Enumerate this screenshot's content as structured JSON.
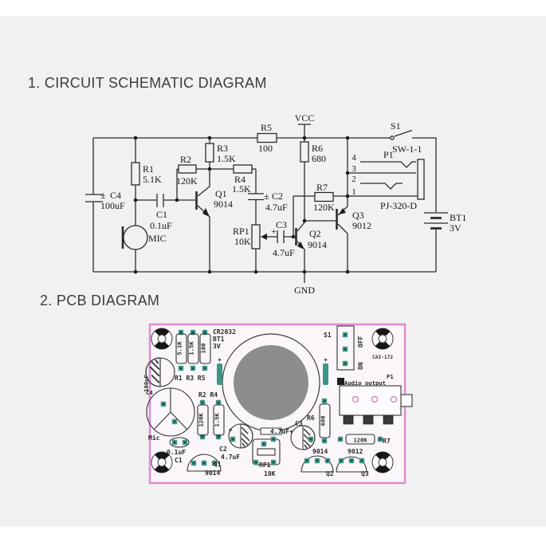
{
  "sections": {
    "schematic_title": "1. CIRCUIT SCHEMATIC DIAGRAM",
    "pcb_title": "2. PCB DIAGRAM"
  },
  "schematic": {
    "power": {
      "vcc": "VCC",
      "gnd": "GND"
    },
    "components": {
      "r1": {
        "name": "R1",
        "value": "5.1K"
      },
      "r2": {
        "name": "R2",
        "value": "120K"
      },
      "r3": {
        "name": "R3",
        "value": "1.5K"
      },
      "r4": {
        "name": "R4",
        "value": "1.5K"
      },
      "r5": {
        "name": "R5",
        "value": "100"
      },
      "r6": {
        "name": "R6",
        "value": "680"
      },
      "r7": {
        "name": "R7",
        "value": "120K"
      },
      "c1": {
        "name": "C1",
        "value": "0.1uF"
      },
      "c2": {
        "name": "C2",
        "value": "4.7uF",
        "polarity": "±"
      },
      "c3": {
        "name": "C3",
        "value": "4.7uF",
        "polarity": "+"
      },
      "c4": {
        "name": "C4",
        "value": "100uF",
        "polarity": "±"
      },
      "q1": {
        "name": "Q1",
        "value": "9014"
      },
      "q2": {
        "name": "Q2",
        "value": "9014"
      },
      "q3": {
        "name": "Q3",
        "value": "9012"
      },
      "rp1": {
        "name": "RP1",
        "value": "10K"
      },
      "mic": {
        "name": "MIC"
      },
      "s1": {
        "name": "S1",
        "value": "SW-1-1"
      },
      "p1": {
        "name": "P1",
        "value": "PJ-320-D",
        "pins": [
          "4",
          "3",
          "2",
          "1"
        ]
      },
      "bt1": {
        "name": "BT1",
        "value": "3V"
      }
    }
  },
  "pcb": {
    "silk": {
      "battery_model": "CR2032",
      "bt1": "BT1",
      "bt1_v": "3V",
      "r1_v": "5.1K",
      "r3_v": "1.5K",
      "r5_v": "100",
      "r135": "R1 R3 R5",
      "r2_v": "120K",
      "r4_v": "1.5K",
      "r24": "R2 R4",
      "plus_left": "+",
      "plus_right": "+",
      "c4_v": "100uF",
      "c4": "C4",
      "mic": "Mic",
      "c1_v": "0.1uF",
      "c1": "C1",
      "q1": "Q1",
      "q1_v": "9014",
      "c2": "C2",
      "c2_v": "4.7uF",
      "c2_plus": "+",
      "rp1": "RP1",
      "rp1_v": "10K",
      "c3": "C3",
      "c3_v": "4.7uF+",
      "r6": "R6",
      "r6_v": "680",
      "r7": "R7",
      "r7_v": "120K",
      "q2": "Q2",
      "q2_v": "9014",
      "q3": "Q3",
      "q3_v": "9012",
      "s1": "S1",
      "s1_off": "OFF",
      "s1_on": "ON",
      "hole_label": "CAI-172",
      "p1": "P1",
      "p1_label": "Audio output"
    },
    "colors": {
      "border": "#e18ad3",
      "pad": "#3e9487",
      "battery": "#8d8d8d",
      "pcbbg": "#faf6fa",
      "silk": "#2a2a2a"
    }
  }
}
